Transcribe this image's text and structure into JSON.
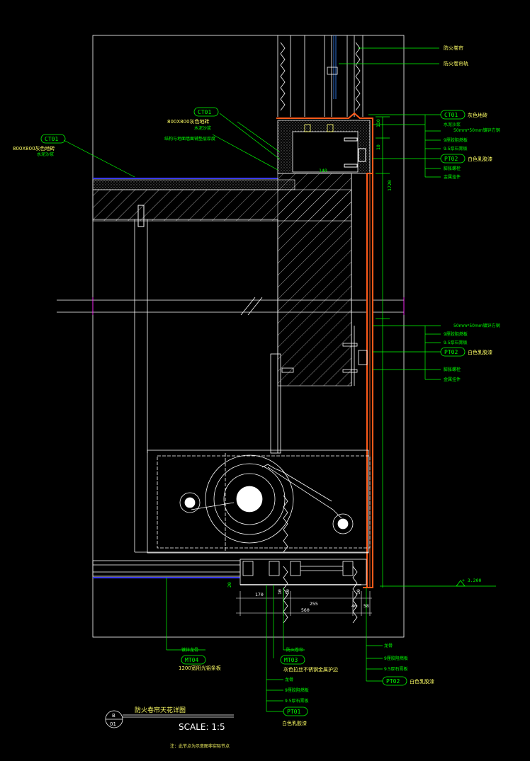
{
  "colors": {
    "background": "#000000",
    "linework": "#ffffff",
    "leader": "#00ff00",
    "finish_orange": "#ff5a1a",
    "tile_blue": "#3a3aff",
    "marker_magenta": "#ff00ff"
  },
  "tags": {
    "ct01_top": "CT01",
    "ct01_left": "CT01",
    "ct01_right": "CT01",
    "pt02_upper": "PT02",
    "pt02_mid": "PT02",
    "mt04": "MT04",
    "mt03": "MT03",
    "pt02_bottom": "PT02",
    "pt01": "PT01"
  },
  "notes": {
    "top_right_1": "防火卷帘",
    "top_right_2": "防火卷帘轨",
    "ct01_top_desc": "800X800灰色地砖",
    "ct01_top_sub": "水泥沙浆",
    "ct01_top_sub2": "结构与地面墙面铺垫层厚度",
    "ct01_left_desc": "800X800灰色地砖",
    "ct01_left_sub": "水泥沙浆",
    "ct01_right_desc": "灰色地砖",
    "r_upper_1": "水泥沙浆",
    "r_upper_2": "50mm*50mm镀锌方钢",
    "r_upper_3": "9厘胶阻燃板",
    "r_upper_4": "9.5厚石膏板",
    "pt02_upper_desc": "白色乳胶漆",
    "r_upper_5": "膨胀螺栓",
    "r_upper_6": "金属挂件",
    "r_mid_1": "50mm*50mm镀锌方钢",
    "r_mid_2": "9厘胶阻燃板",
    "r_mid_3": "9.5厚石膏板",
    "pt02_mid_desc": "白色乳胶漆",
    "r_mid_4": "膨胀螺栓",
    "r_mid_5": "金属挂件",
    "mt04_top": "镀锌龙骨",
    "mt04_desc": "1200宽阳光铝条板",
    "mt03_top": "防火卷帘",
    "mt03_desc": "灰色拉丝不锈钢金属护边",
    "pt01_1": "龙骨",
    "pt01_2": "9厘胶阻燃板",
    "pt01_3": "9.5厚石膏板",
    "pt01_desc": "白色乳胶漆",
    "pt02_bot_1": "龙骨",
    "pt02_bot_2": "9厘胶阻燃板",
    "pt02_bot_3": "9.5厚石膏板",
    "pt02_bot_desc": "白色乳胶漆"
  },
  "dimensions": {
    "d110": "110",
    "d10": "10",
    "d1720": "1720",
    "d140": "140",
    "d20": "20",
    "d170": "170",
    "d10b1": "10",
    "d10b2": "10",
    "d255": "255",
    "d560": "560",
    "d40": "40",
    "d58": "58",
    "d10b3": "10",
    "level": "+ 3.200"
  },
  "title_block": {
    "ref_top": "B",
    "ref_bottom": "01",
    "title": "防火卷帘天花详图",
    "scale": "SCALE: 1:5",
    "caption": "注：此节点为示意图非实际节点"
  }
}
